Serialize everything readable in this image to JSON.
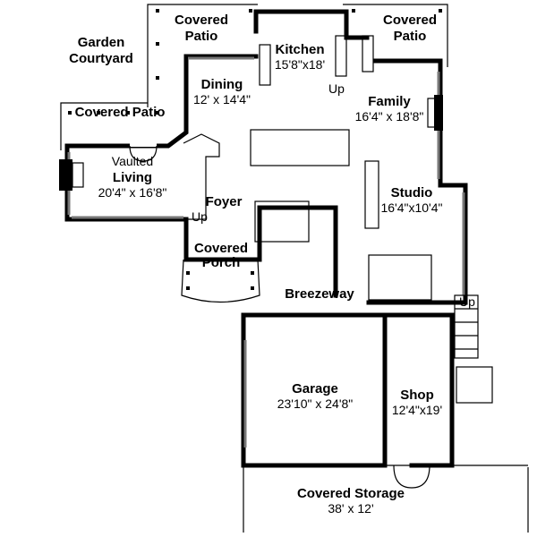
{
  "rooms": {
    "garden": {
      "line1": "Garden",
      "line2": "Courtyard"
    },
    "patio_top_left": {
      "line1": "Covered",
      "line2": "Patio"
    },
    "kitchen": {
      "name": "Kitchen",
      "size": "15'8\"x18'"
    },
    "patio_top_right": {
      "line1": "Covered",
      "line2": "Patio"
    },
    "dining": {
      "name": "Dining",
      "size": "12' x 14'4\""
    },
    "patio_left": {
      "name": "Covered Patio"
    },
    "family": {
      "name": "Family",
      "size": "16'4\" x 18'8\""
    },
    "living": {
      "line1": "Vaulted",
      "name": "Living",
      "size": "20'4\" x 16'8\""
    },
    "foyer": {
      "name": "Foyer"
    },
    "studio": {
      "name": "Studio",
      "size": "16'4\"x10'4\""
    },
    "porch": {
      "line1": "Covered",
      "line2": "Porch"
    },
    "breezeway": {
      "name": "Breezeway"
    },
    "garage": {
      "name": "Garage",
      "size": "23'10\" x 24'8\""
    },
    "shop": {
      "name": "Shop",
      "size": "12'4\"x19'"
    },
    "storage": {
      "name": "Covered Storage",
      "size": "38' x 12'"
    }
  },
  "stairs": {
    "up_kitchen": "Up",
    "up_foyer": "Up",
    "up_shop": "Up"
  }
}
